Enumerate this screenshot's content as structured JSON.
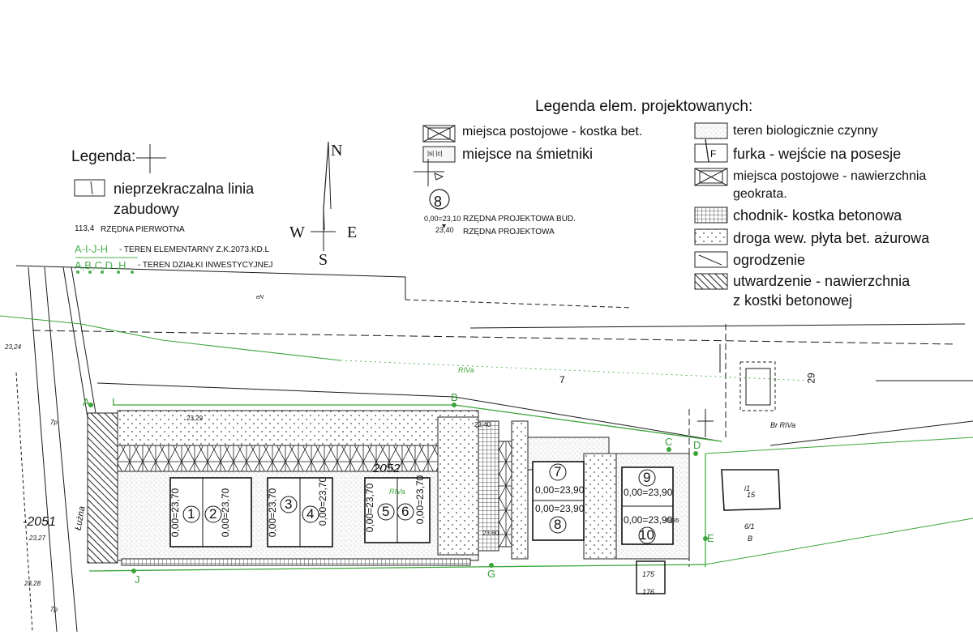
{
  "legend_left": {
    "title": "Legenda:",
    "building_line": "nieprzekraczalna linia",
    "building_line_2": "zabudowy",
    "original_elevation_value": "113,4",
    "original_elevation_label": "RZĘDNA PIERWOTNA",
    "elementary_area_code": "A-I-J-H",
    "elementary_area_label": "- TEREN ELEMENTARNY Z.K.2073.KD.L",
    "investment_plot_code": "A,B,C,D..H",
    "investment_plot_label": "- TEREN DZIAŁKI INWESTYCYJNEJ"
  },
  "compass": {
    "n": "N",
    "s": "S",
    "w": "W",
    "e": "E"
  },
  "legend_right": {
    "title": "Legenda elem. projektowanych:",
    "items_left": [
      {
        "label": "miejsca postojowe - kostka bet."
      },
      {
        "label": "miejsce na śmietniki"
      },
      {
        "label": ""
      },
      {
        "label": ""
      }
    ],
    "number_example": "8",
    "elev_building_value": "0,00=23,10",
    "elev_building_label": "RZĘDNA PROJEKTOWA BUD.",
    "elev_value": "23,40",
    "elev_label": "RZĘDNA PROJEKTOWA",
    "bin_glyph": "|s|  |c|",
    "furka_glyph": "F",
    "items_right": [
      {
        "label": "teren biologicznie czynny"
      },
      {
        "label": "furka - wejście na posesje"
      },
      {
        "label": "miejsca postojowe - nawierzchnia"
      },
      {
        "label": "geokrata."
      },
      {
        "label": "chodnik- kostka betonowa"
      },
      {
        "label": "droga wew. płyta bet. ażurowa"
      },
      {
        "label": "ogrodzenie"
      },
      {
        "label": "utwardzenie - nawierzchnia"
      },
      {
        "label": "z kostki betonowej"
      }
    ]
  },
  "plan": {
    "labels": {
      "plot_2052": "2052",
      "plot_2051": "-2051",
      "plot_7": "7",
      "plot_29": "29",
      "riva_1": "RIVa",
      "riva_2": "RIVa",
      "riva_3": "Br  RIVa",
      "road": "Łużna",
      "plot_15": "15",
      "plot_i1": "i1",
      "plot_175": "175",
      "plot_176": "176",
      "plot_6_1": "6/1",
      "b": "B",
      "en": "eN",
      "elev_2329": "23,29",
      "elev_2340": "23,40",
      "elev_2360": "23,60",
      "elev_2335": "23,35",
      "lot_top_a": "7p",
      "lot_top_b": "7p",
      "road_2324": "23,24",
      "road_2327": "23,27",
      "road_2328": "23,28"
    },
    "letters": {
      "A": "A",
      "B": "B",
      "C": "C",
      "D": "D",
      "E": "E",
      "G": "G",
      "I": "I",
      "J": "J"
    },
    "lots": [
      {
        "num": "1",
        "elev": "0,00=23,70"
      },
      {
        "num": "2",
        "elev": "0,00=23,70"
      },
      {
        "num": "3",
        "elev": "0,00=23,70"
      },
      {
        "num": "4",
        "elev": "0,00=23,70"
      },
      {
        "num": "5",
        "elev": "0,00=23,70"
      },
      {
        "num": "6",
        "elev": "0,00=23,70"
      },
      {
        "num": "7",
        "elev": "0,00=23,90"
      },
      {
        "num": "8",
        "elev": "0,00=23,90"
      },
      {
        "num": "9",
        "elev": "0,00=23,90"
      },
      {
        "num": "10",
        "elev": "0,00=23,90"
      }
    ]
  },
  "colors": {
    "line": "#1a1a1a",
    "green": "#3aa53a",
    "dots": "#777777",
    "grid": "#333333"
  }
}
